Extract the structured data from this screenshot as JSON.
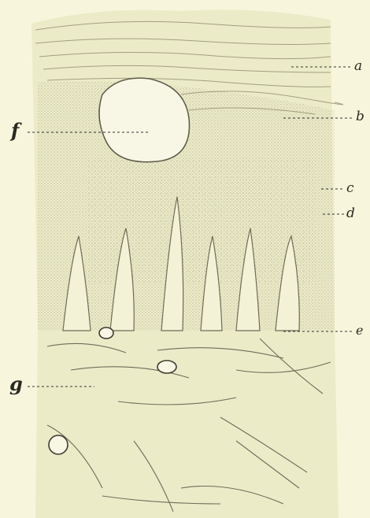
{
  "figure": {
    "background": "#f7f6dc",
    "tissue_tone": "#ecebc8",
    "ink": "#3a3a30",
    "labels": {
      "a": "a",
      "b": "b",
      "c": "c",
      "d": "d",
      "e": "e",
      "f": "f",
      "g": "g"
    }
  }
}
